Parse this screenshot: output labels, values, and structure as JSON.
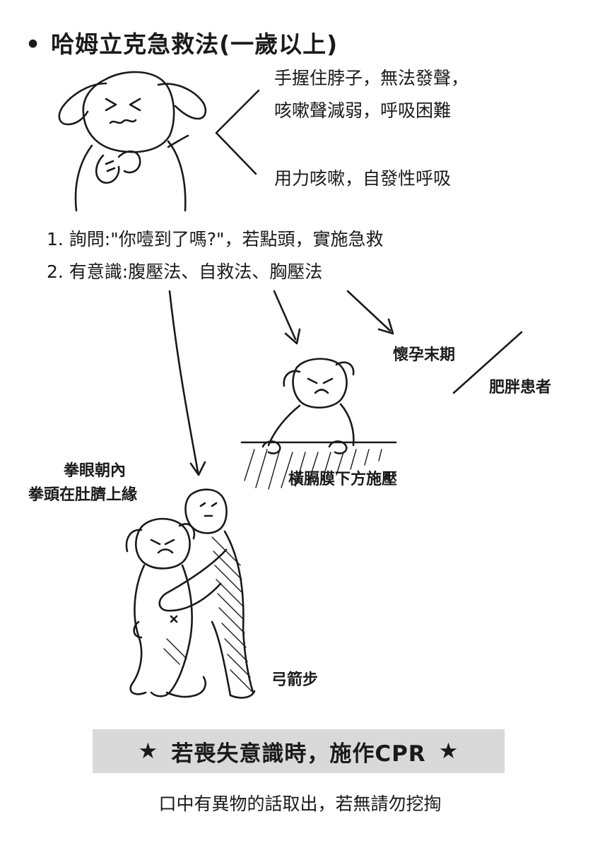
{
  "title": {
    "bullet": "•",
    "text": "哈姆立克急救法(一歲以上)"
  },
  "symptoms": {
    "line1": "手握住脖子，無法發聲，",
    "line2": "咳嗽聲減弱，呼吸困難",
    "line3": "用力咳嗽，自發性呼吸"
  },
  "steps": {
    "step1": "1. 詢問:\"你噎到了嗎?\"，若點頭，實施急救",
    "step2": "2. 有意識:腹壓法、自救法、胸壓法"
  },
  "labels": {
    "pregnant": "懷孕末期",
    "obese": "肥胖患者",
    "fist1": "拳眼朝內",
    "fist2": "拳頭在肚臍上緣",
    "diaphragm": "橫膈膜下方施壓",
    "stance": "弓箭步"
  },
  "banner": {
    "star_left": "★",
    "text": "若喪失意識時，施作CPR",
    "star_right": "★"
  },
  "footer": "口中有異物的話取出，若無請勿挖掏",
  "colors": {
    "ink": "#1a1a1a",
    "banner_bg": "#d9d9d9"
  }
}
